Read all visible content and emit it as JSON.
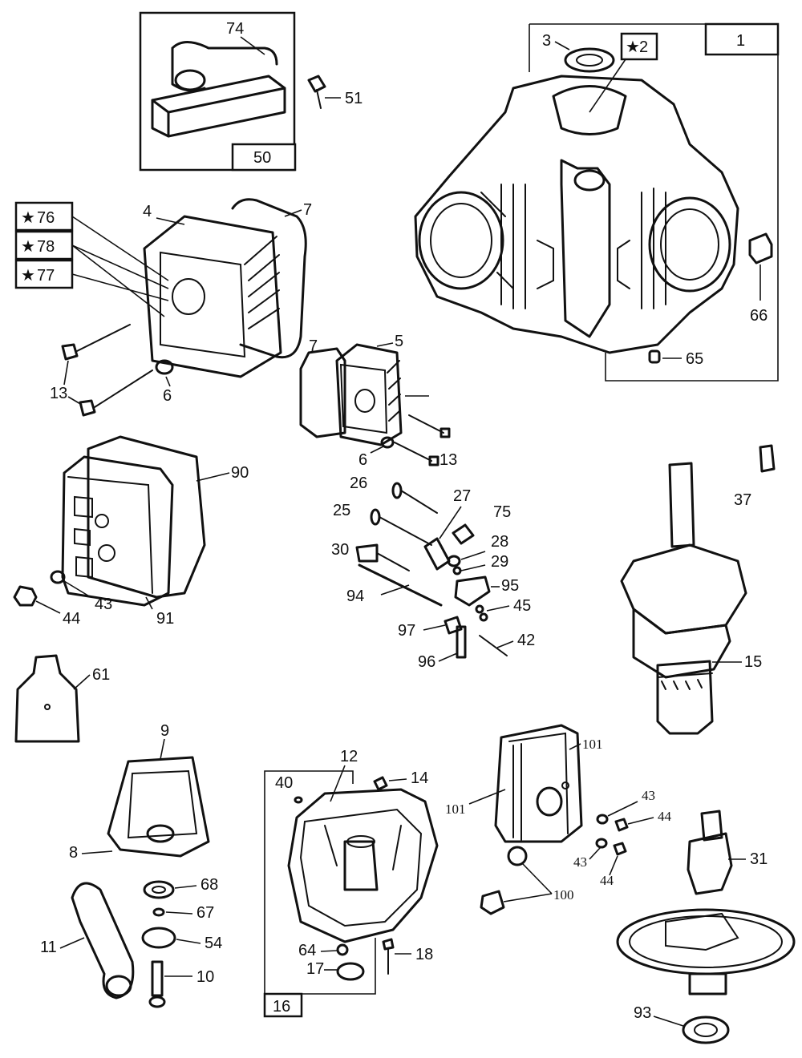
{
  "callouts": {
    "c1": "1",
    "c2": "2",
    "c3": "3",
    "c4": "4",
    "c5": "5",
    "c6a": "6",
    "c6b": "6",
    "c7a": "7",
    "c7b": "7",
    "c8": "8",
    "c9": "9",
    "c10": "10",
    "c11": "11",
    "c12": "12",
    "c13a": "13",
    "c13b": "13",
    "c14": "14",
    "c15": "15",
    "c16": "16",
    "c17": "17",
    "c18": "18",
    "c25": "25",
    "c26": "26",
    "c27": "27",
    "c28": "28",
    "c29": "29",
    "c30": "30",
    "c31": "31",
    "c37": "37",
    "c40": "40",
    "c42": "42",
    "c43a": "43",
    "c43b": "43",
    "c43c": "43",
    "c44a": "44",
    "c44b": "44",
    "c44c": "44",
    "c45": "45",
    "c50": "50",
    "c51": "51",
    "c54": "54",
    "c61": "61",
    "c64": "64",
    "c65": "65",
    "c66": "66",
    "c67": "67",
    "c68": "68",
    "c74": "74",
    "c75": "75",
    "c76": "76",
    "c77": "77",
    "c78": "78",
    "c90": "90",
    "c91": "91",
    "c93": "93",
    "c94": "94",
    "c95": "95",
    "c96": "96",
    "c97": "97",
    "c100": "100",
    "c101a": "101",
    "c101b": "101"
  },
  "star_symbol": "★",
  "ink_color": "#111111",
  "paper_color": "#ffffff"
}
